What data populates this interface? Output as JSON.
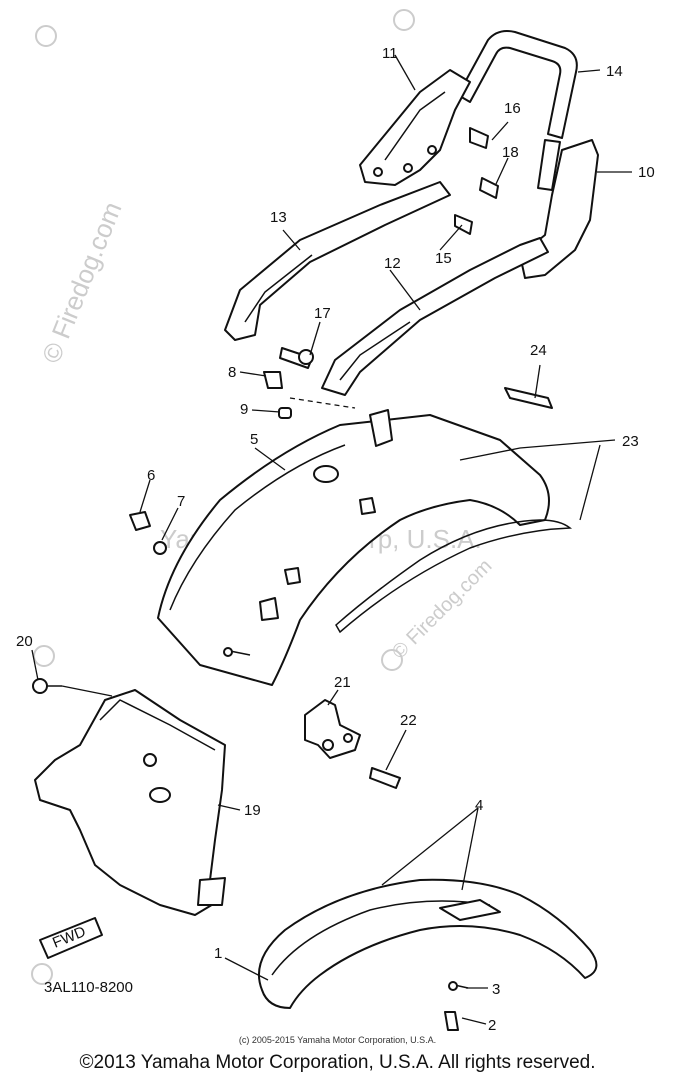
{
  "watermarks": {
    "site_vertical": "© Firedog.com",
    "center_brand": "Yamaha Motor Corp, U.S.A.",
    "site_diagonal": "© Firedog.com"
  },
  "diagram_code": "3AL110-8200",
  "fwd_label": "FWD",
  "small_copyright": "(c) 2005-2015 Yamaha Motor Corporation, U.S.A.",
  "copyright": "©2013 Yamaha Motor Corporation, U.S.A. All rights reserved.",
  "callouts": {
    "c1": "1",
    "c2": "2",
    "c3": "3",
    "c4": "4",
    "c5": "5",
    "c6": "6",
    "c7": "7",
    "c8": "8",
    "c9": "9",
    "c10": "10",
    "c11": "11",
    "c12": "12",
    "c13": "13",
    "c14": "14",
    "c15": "15",
    "c16": "16",
    "c17": "17",
    "c18": "18",
    "c19": "19",
    "c20": "20",
    "c21": "21",
    "c22": "22",
    "c23": "23",
    "c24": "24"
  }
}
